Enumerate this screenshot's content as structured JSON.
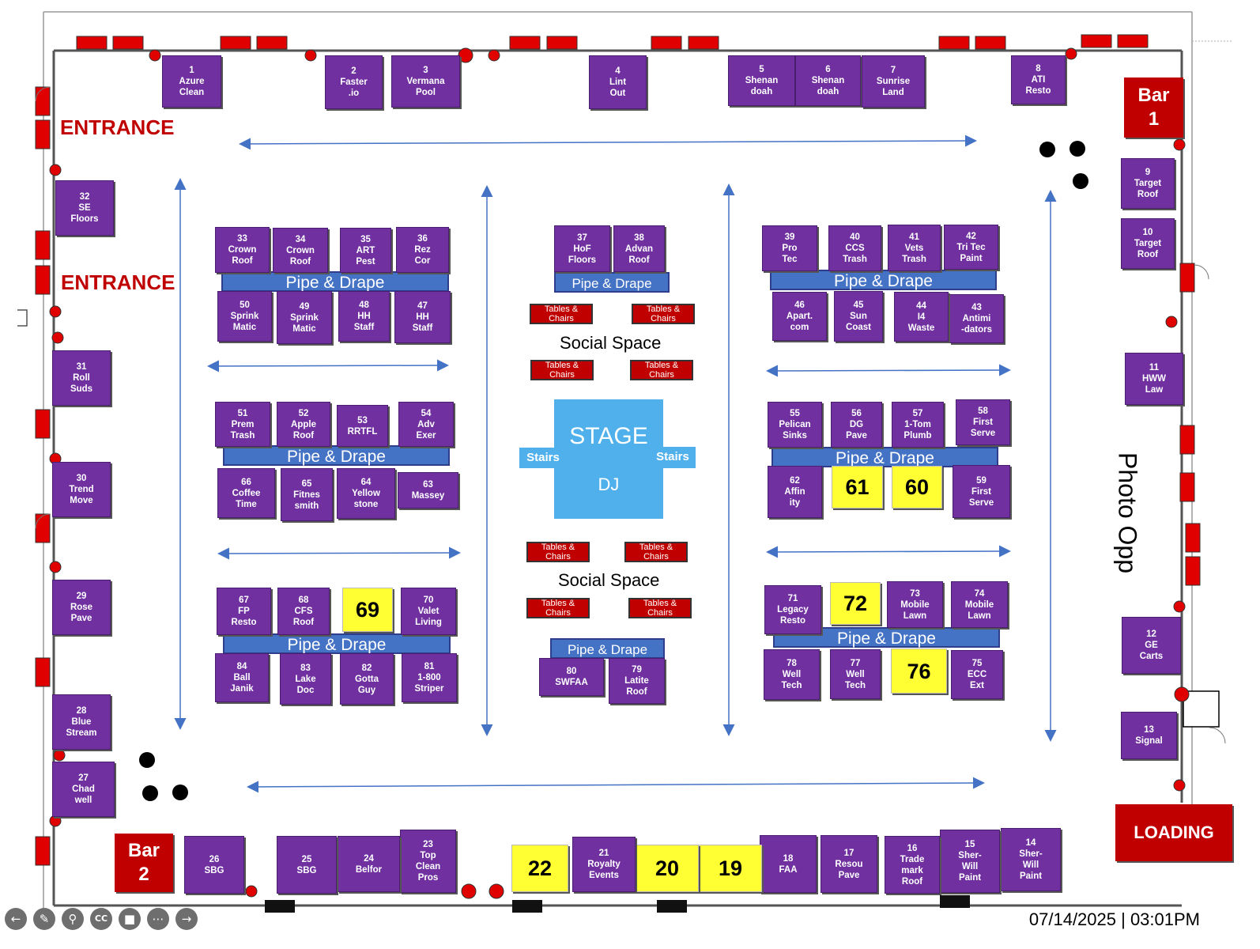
{
  "labels": {
    "entrance_1": "ENTRANCE",
    "entrance_2": "ENTRANCE",
    "social_1": "Social Space",
    "social_2": "Social Space",
    "photo": "Photo Opp",
    "stage": "STAGE",
    "dj": "DJ",
    "stairs_left": "Stairs",
    "stairs_right": "Stairs",
    "bar1": "Bar\n1",
    "bar2": "Bar\n2",
    "loading": "LOADING"
  },
  "drape_label": "Pipe & Drape",
  "tables_label": "Tables &\nChairs",
  "booths": [
    {
      "id": "1",
      "text": "1\nAzure\nClean"
    },
    {
      "id": "2",
      "text": "2\nFaster\n.io"
    },
    {
      "id": "3",
      "text": "3\nVermana\nPool"
    },
    {
      "id": "4",
      "text": "4\nLint\nOut"
    },
    {
      "id": "5",
      "text": "5\nShenan\ndoah"
    },
    {
      "id": "6",
      "text": "6\nShenan\ndoah"
    },
    {
      "id": "7",
      "text": "7\nSunrise\nLand"
    },
    {
      "id": "8",
      "text": "8\nATI\nResto"
    },
    {
      "id": "9",
      "text": "9\nTarget\nRoof"
    },
    {
      "id": "10",
      "text": "10\nTarget\nRoof"
    },
    {
      "id": "11",
      "text": "11\nHWW\nLaw"
    },
    {
      "id": "12",
      "text": "12\nGE\nCarts"
    },
    {
      "id": "13",
      "text": "13\nSignal"
    },
    {
      "id": "14",
      "text": "14\nSher-\nWill\nPaint"
    },
    {
      "id": "15",
      "text": "15\nSher-\nWill\nPaint"
    },
    {
      "id": "16",
      "text": "16\nTrade\nmark\nRoof"
    },
    {
      "id": "17",
      "text": "17\nResou\nPave"
    },
    {
      "id": "18",
      "text": "18\nFAA"
    },
    {
      "id": "19",
      "text": "19"
    },
    {
      "id": "20",
      "text": "20"
    },
    {
      "id": "21",
      "text": "21\nRoyalty\nEvents"
    },
    {
      "id": "22",
      "text": "22"
    },
    {
      "id": "23",
      "text": "23\nTop\nClean\nPros"
    },
    {
      "id": "24",
      "text": "24\nBelfor"
    },
    {
      "id": "25",
      "text": "25\nSBG"
    },
    {
      "id": "26",
      "text": "26\nSBG"
    },
    {
      "id": "27",
      "text": "27\nChad\nwell"
    },
    {
      "id": "28",
      "text": "28\nBlue\nStream"
    },
    {
      "id": "29",
      "text": "29\nRose\nPave"
    },
    {
      "id": "30",
      "text": "30\nTrend\nMove"
    },
    {
      "id": "31",
      "text": "31\nRoll\nSuds"
    },
    {
      "id": "32",
      "text": "32\nSE\nFloors"
    },
    {
      "id": "33",
      "text": "33\nCrown\nRoof"
    },
    {
      "id": "34",
      "text": "34\nCrown\nRoof"
    },
    {
      "id": "35",
      "text": "35\nART\nPest"
    },
    {
      "id": "36",
      "text": "36\nRez\nCor"
    },
    {
      "id": "37",
      "text": "37\nHoF\nFloors"
    },
    {
      "id": "38",
      "text": "38\nAdvan\nRoof"
    },
    {
      "id": "39",
      "text": "39\nPro\nTec"
    },
    {
      "id": "40",
      "text": "40\nCCS\nTrash"
    },
    {
      "id": "41",
      "text": "41\nVets\nTrash"
    },
    {
      "id": "42",
      "text": "42\nTri Tec\nPaint"
    },
    {
      "id": "43",
      "text": "43\nAntimi\n-dators"
    },
    {
      "id": "44",
      "text": "44\nI4\nWaste"
    },
    {
      "id": "45",
      "text": "45\nSun\nCoast"
    },
    {
      "id": "46",
      "text": "46\nApart.\ncom"
    },
    {
      "id": "47",
      "text": "47\nHH\nStaff"
    },
    {
      "id": "48",
      "text": "48\nHH\nStaff"
    },
    {
      "id": "49",
      "text": "49\nSprink\nMatic"
    },
    {
      "id": "50",
      "text": "50\nSprink\nMatic"
    },
    {
      "id": "51",
      "text": "51\nPrem\nTrash"
    },
    {
      "id": "52",
      "text": "52\nApple\nRoof"
    },
    {
      "id": "53",
      "text": "53\nRRTFL"
    },
    {
      "id": "54",
      "text": "54\nAdv\nExer"
    },
    {
      "id": "55",
      "text": "55\nPelican\nSinks"
    },
    {
      "id": "56",
      "text": "56\nDG\nPave"
    },
    {
      "id": "57",
      "text": "57\n1-Tom\nPlumb"
    },
    {
      "id": "58",
      "text": "58\nFirst\nServe"
    },
    {
      "id": "59",
      "text": "59\nFirst\nServe"
    },
    {
      "id": "60",
      "text": "60"
    },
    {
      "id": "61",
      "text": "61"
    },
    {
      "id": "62",
      "text": "62\nAffin\nity"
    },
    {
      "id": "63",
      "text": "63\nMassey"
    },
    {
      "id": "64",
      "text": "64\nYellow\nstone"
    },
    {
      "id": "65",
      "text": "65\nFitnes\nsmith"
    },
    {
      "id": "66",
      "text": "66\nCoffee\nTime"
    },
    {
      "id": "67",
      "text": "67\nFP\nResto"
    },
    {
      "id": "68",
      "text": "68\nCFS\nRoof"
    },
    {
      "id": "69",
      "text": "69"
    },
    {
      "id": "70",
      "text": "70\nValet\nLiving"
    },
    {
      "id": "71",
      "text": "71\nLegacy\nResto"
    },
    {
      "id": "72",
      "text": "72"
    },
    {
      "id": "73",
      "text": "73\nMobile\nLawn"
    },
    {
      "id": "74",
      "text": "74\nMobile\nLawn"
    },
    {
      "id": "75",
      "text": "75\nECC\nExt"
    },
    {
      "id": "76",
      "text": "76"
    },
    {
      "id": "77",
      "text": "77\nWell\nTech"
    },
    {
      "id": "78",
      "text": "78\nWell\nTech"
    },
    {
      "id": "79",
      "text": "79\nLatite\nRoof"
    },
    {
      "id": "80",
      "text": "80\nSWFAA"
    },
    {
      "id": "81",
      "text": "81\n1-800\nStriper"
    },
    {
      "id": "82",
      "text": "82\nGotta\nGuy"
    },
    {
      "id": "83",
      "text": "83\nLake\nDoc"
    },
    {
      "id": "84",
      "text": "84\nBall\nJanik"
    }
  ],
  "colors": {
    "booth": "#7030a0",
    "open": "#ffff33",
    "drape": "#4472c4",
    "tables": "#c00000",
    "stage": "#4fb0ec",
    "bar": "#c00000",
    "arrow": "#4472c4",
    "entrance": "#c00000"
  },
  "toolbar": [
    "back-icon",
    "pen-icon",
    "search-icon",
    "captions-icon",
    "camera-icon",
    "more-icon",
    "forward-icon"
  ],
  "timestamp": "07/14/2025 | 03:01PM"
}
